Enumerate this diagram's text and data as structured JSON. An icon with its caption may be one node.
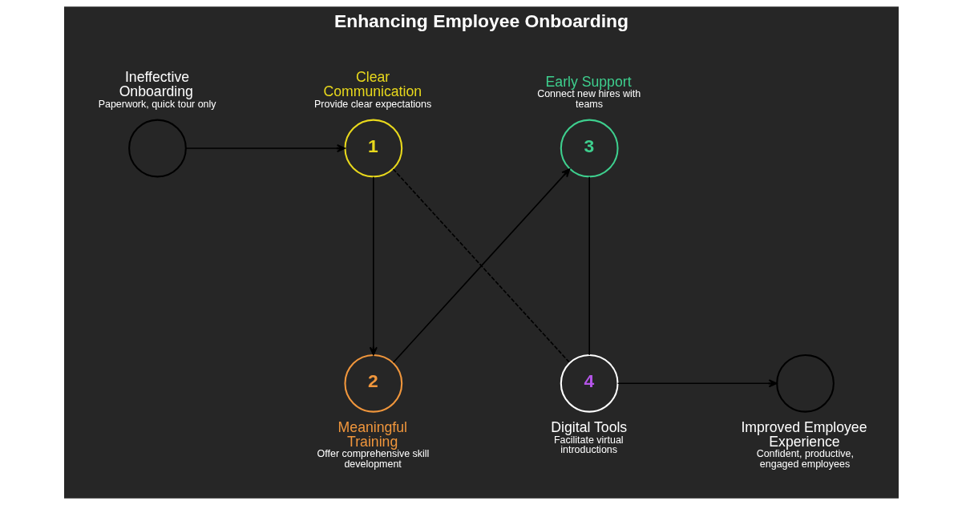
{
  "diagram": {
    "title": "Enhancing Employee Onboarding",
    "nodes": [
      {
        "text": [
          "Ineffective Onboarding",
          "Paperwork, quick tour only"
        ]
      },
      {
        "text": [
          "Clear Communication",
          "Provide clear expectations",
          "1"
        ]
      },
      {
        "text": [
          "2",
          "Meaningful Training",
          "Offer comprehensive skill development"
        ]
      },
      {
        "text": [
          "Early Support",
          "Connect new hires with teams",
          "3"
        ]
      },
      {
        "text": [
          "4",
          "Digital Tools",
          "Facilitate virtual introductions"
        ]
      },
      {
        "text": [
          "Improved Employee Experience",
          "Confident, productive, engaged employees"
        ]
      }
    ],
    "edges": [
      {
        "from": 0,
        "to": 1,
        "arrow": "to"
      },
      {
        "from": 1,
        "to": 2,
        "arrow": "to"
      },
      {
        "from": 2,
        "to": 3,
        "arrow": "to"
      },
      {
        "from": 3,
        "to": 4,
        "arrow": "none"
      },
      {
        "from": 1,
        "to": 4,
        "arrow": "none",
        "style": "dashed"
      },
      {
        "from": 4,
        "to": 5,
        "arrow": "to"
      }
    ]
  }
}
